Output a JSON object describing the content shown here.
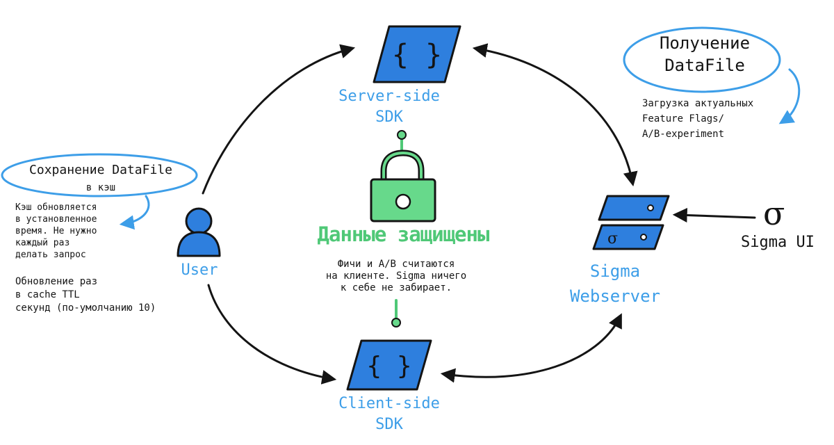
{
  "nodes": {
    "server_sdk": {
      "icon": "code-braces-icon",
      "label": "Server-side\nSDK"
    },
    "client_sdk": {
      "icon": "code-braces-icon",
      "label": "Client-side\nSDK"
    },
    "user": {
      "icon": "user-icon",
      "label": "User"
    },
    "webserver": {
      "icon": "server-rack-icon",
      "label": "Sigma\nWebserver",
      "rack_glyph": "σ"
    },
    "sigma_ui": {
      "icon": "sigma-icon",
      "glyph": "σ",
      "label": "Sigma UI"
    }
  },
  "center": {
    "icon": "padlock-icon",
    "title": "Данные защищены",
    "description": "Фичи и A/B считаются\nна клиенте. Sigma ничего\nк себе не забирает."
  },
  "notes": {
    "receive": {
      "title": "Получение\nDataFile",
      "description": "Загрузка актуальных\nFeature Flags/\nA/B-experiment"
    },
    "cache": {
      "title": "Сохранение DataFile",
      "subtitle": "в кэш",
      "description": "Кэш обновляется\nв установленное\nвремя. Не нужно\nкаждый раз\nделать запрос"
    },
    "ttl": {
      "description": "Обновление раз\nв cache TTL\nсекунд (по-умолчанию 10)"
    }
  },
  "colors": {
    "blue": "#3d9ee8",
    "block_blue": "#2e7fde",
    "green": "#4fc877",
    "green_light": "#67d98b",
    "ink": "#141414"
  }
}
